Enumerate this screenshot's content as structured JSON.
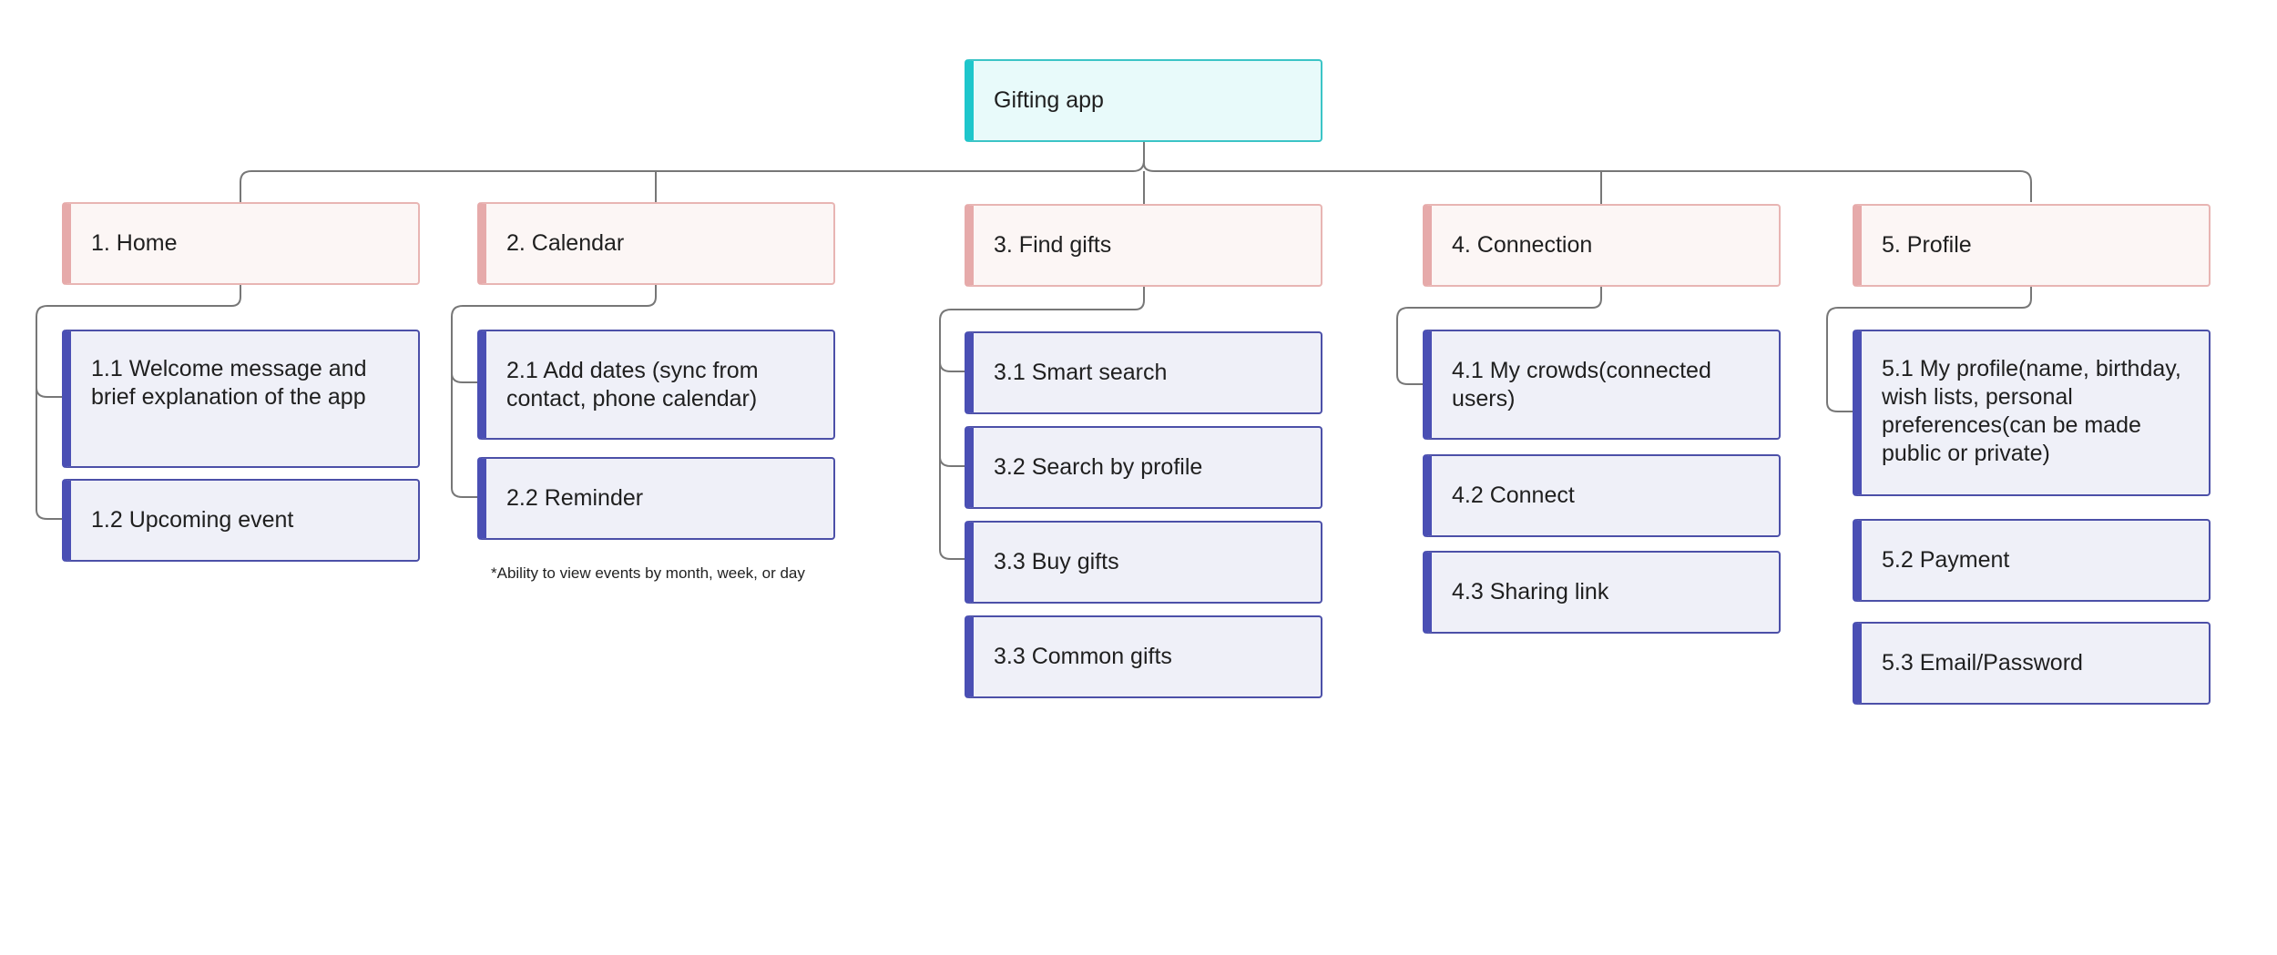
{
  "root": {
    "label": "Gifting app"
  },
  "categories": [
    {
      "label": "1. Home",
      "items": [
        "1.1 Welcome message and brief explanation of the app",
        "1.2 Upcoming event"
      ]
    },
    {
      "label": "2. Calendar",
      "items": [
        "2.1 Add dates (sync from contact, phone calendar)",
        "2.2 Reminder"
      ],
      "note": "*Ability to view events by month, week, or day"
    },
    {
      "label": "3. Find gifts",
      "items": [
        "3.1 Smart search",
        "3.2 Search by profile",
        "3.3 Buy gifts",
        "3.3 Common gifts"
      ]
    },
    {
      "label": "4. Connection",
      "items": [
        "4.1 My crowds(connected users)",
        "4.2 Connect",
        "4.3 Sharing link"
      ]
    },
    {
      "label": "5. Profile",
      "items": [
        "5.1 My profile(name, birthday, wish lists, personal preferences(can be made public or private)",
        "5.2 Payment",
        "5.3 Email/Password"
      ]
    }
  ],
  "colors": {
    "root_fill": "#e8fafa",
    "root_accent": "#1ec6cb",
    "category_fill": "#fcf6f5",
    "category_accent": "#e6aaaa",
    "item_fill": "#eff0f8",
    "item_accent": "#4a4fb4",
    "connector": "#777777"
  }
}
